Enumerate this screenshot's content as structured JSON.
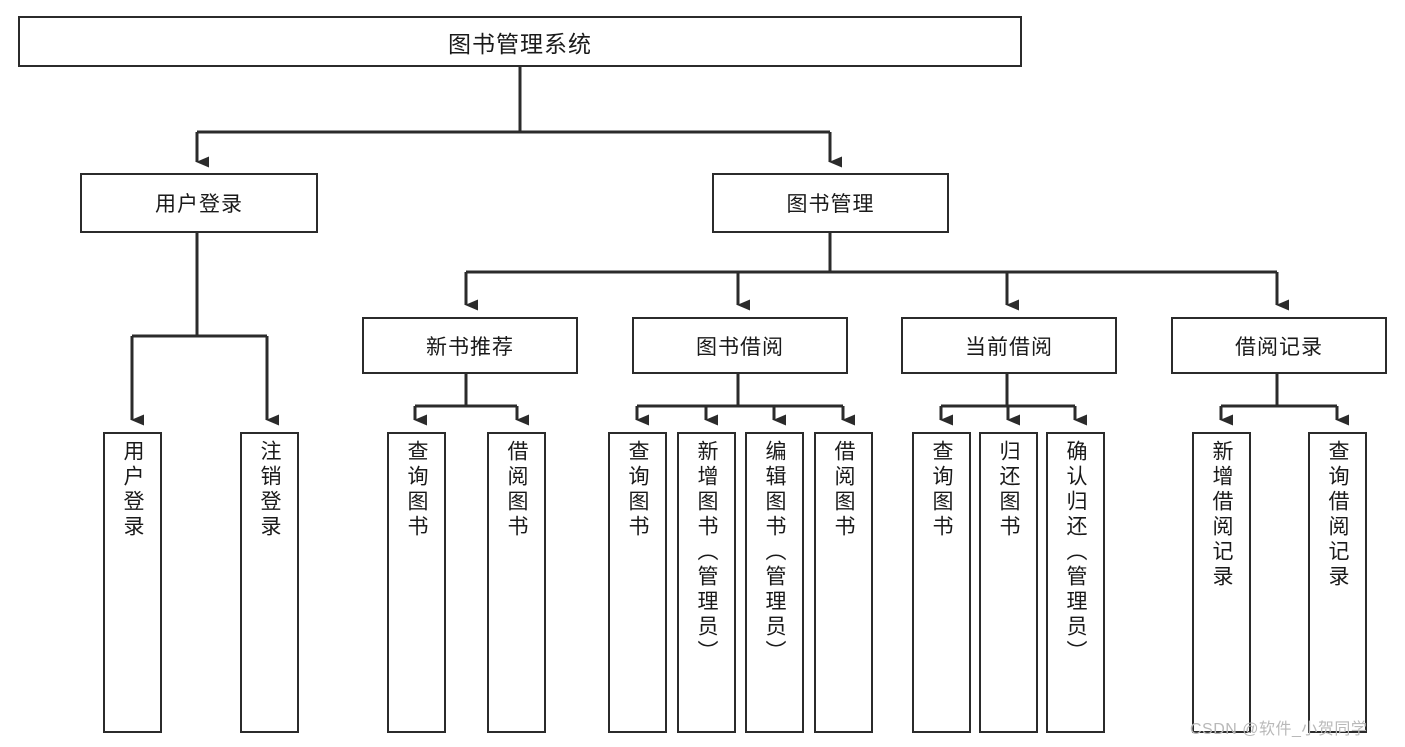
{
  "diagram": {
    "type": "hierarchy-tree",
    "title": "图书管理系统",
    "root": {
      "id": "root",
      "label": "图书管理系统"
    },
    "level1": [
      {
        "id": "user-login",
        "label": "用户登录"
      },
      {
        "id": "book-manage",
        "label": "图书管理"
      }
    ],
    "level2": [
      {
        "id": "new-book-recommend",
        "label": "新书推荐",
        "parent": "book-manage"
      },
      {
        "id": "book-borrow",
        "label": "图书借阅",
        "parent": "book-manage"
      },
      {
        "id": "current-borrow",
        "label": "当前借阅",
        "parent": "book-manage"
      },
      {
        "id": "borrow-record",
        "label": "借阅记录",
        "parent": "book-manage"
      }
    ],
    "leaves": [
      {
        "id": "leaf-user-login",
        "label": "用户登录",
        "parent": "user-login"
      },
      {
        "id": "leaf-user-logout",
        "label": "注销登录",
        "parent": "user-login"
      },
      {
        "id": "leaf-query-book-1",
        "label": "查询图书",
        "parent": "new-book-recommend"
      },
      {
        "id": "leaf-borrow-book-1",
        "label": "借阅图书",
        "parent": "new-book-recommend"
      },
      {
        "id": "leaf-query-book-2",
        "label": "查询图书",
        "parent": "book-borrow"
      },
      {
        "id": "leaf-add-book",
        "label": "新增图书（管理员）",
        "parent": "book-borrow"
      },
      {
        "id": "leaf-edit-book",
        "label": "编辑图书（管理员）",
        "parent": "book-borrow"
      },
      {
        "id": "leaf-borrow-book-2",
        "label": "借阅图书",
        "parent": "book-borrow"
      },
      {
        "id": "leaf-query-book-3",
        "label": "查询图书",
        "parent": "current-borrow"
      },
      {
        "id": "leaf-return-book",
        "label": "归还图书",
        "parent": "current-borrow"
      },
      {
        "id": "leaf-confirm-return",
        "label": "确认归还（管理员）",
        "parent": "current-borrow"
      },
      {
        "id": "leaf-add-record",
        "label": "新增借阅记录",
        "parent": "borrow-record"
      },
      {
        "id": "leaf-query-record",
        "label": "查询借阅记录",
        "parent": "borrow-record"
      }
    ],
    "colors": {
      "stroke": "#2b2b2b",
      "fill": "#ffffff",
      "text": "#1a1a1a",
      "watermark": "#b9b9b9"
    }
  },
  "watermark": {
    "text": "CSDN @软件_小贺同学"
  }
}
